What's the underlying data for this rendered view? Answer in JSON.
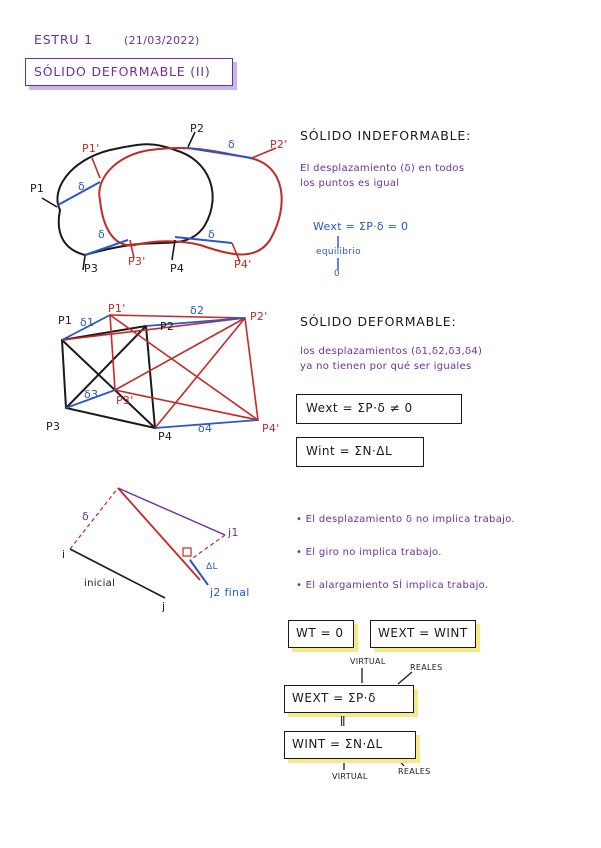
{
  "header": {
    "course": "ESTRU 1",
    "date": "(21/03/2022)",
    "title": "SÓLIDO DEFORMABLE (II)"
  },
  "section_indeformable": {
    "heading": "SÓLIDO INDEFORMABLE:",
    "text_line1": "El desplazamiento (δ) en todos",
    "text_line2": "los puntos es igual",
    "formula": "Wext = ΣP·δ = 0",
    "annotation1": "equilibrio",
    "annotation2": "0"
  },
  "section_deformable": {
    "heading": "SÓLIDO DEFORMABLE:",
    "text_line1": "los desplazamientos (δ1,δ2,δ3,δ4)",
    "text_line2": "ya no tienen por qué ser iguales",
    "formula1": "Wext = ΣP·δ ≠ 0",
    "formula2": "Wint = ΣN·ΔL"
  },
  "section_bar": {
    "bullet1": "• El desplazamiento δ no implica trabajo.",
    "bullet2": "• El giro no implica trabajo.",
    "bullet3": "• El alargamiento SÍ implica trabajo.",
    "box_wt": "WT = 0",
    "box_wext_wint": "WEXT = WINT",
    "label_virtual_top": "VIRTUAL",
    "label_reales_top": "REALES",
    "formula_wext": "WEXT = ΣP·δ",
    "equals_sign": "ǁ",
    "formula_wint": "WINT = ΣN·ΔL",
    "label_virtual_bottom": "VIRTUAL",
    "label_reales_bottom": "REALES"
  },
  "diagram1_labels": {
    "p1": "P1",
    "p2": "P2",
    "p3": "P3",
    "p4": "P4",
    "p1p": "P1'",
    "p2p": "P2'",
    "p3p": "P3'",
    "p4p": "P4'",
    "d1": "δ",
    "d2": "δ",
    "d3": "δ",
    "d4": "δ"
  },
  "diagram2_labels": {
    "p1": "P1",
    "p2": "P2",
    "p3": "P3",
    "p4": "P4",
    "p1p": "P1'",
    "p2p": "P2'",
    "p3p": "P3'",
    "p4p": "P4'",
    "d1": "δ1",
    "d2": "δ2",
    "d3": "δ3",
    "d4": "δ4"
  },
  "diagram3_labels": {
    "i": "i",
    "j": "j",
    "j1": "j1",
    "j2": "j2 final",
    "delta": "δ",
    "dl": "ΔL",
    "inicial": "inicial"
  },
  "colors": {
    "ink": "#1a1a1a",
    "red": "#c62828",
    "blue": "#2a56c6",
    "purple": "#6b2fa0",
    "highlight_purple": "#c8b6ea",
    "highlight_yellow": "#f5e98a"
  }
}
